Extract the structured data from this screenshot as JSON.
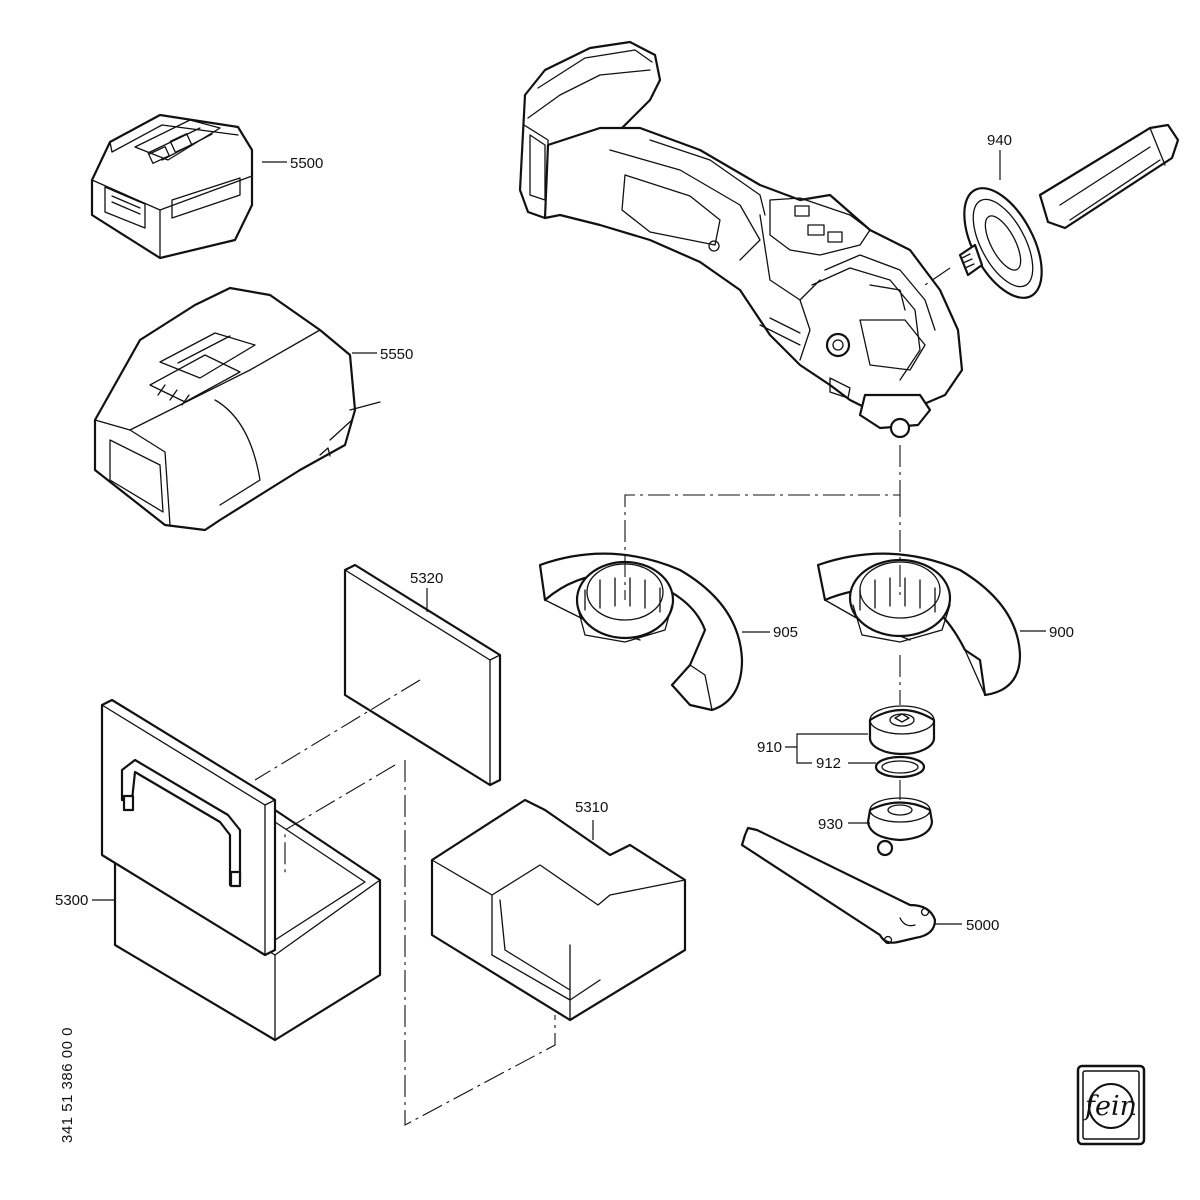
{
  "document": {
    "number": "341 51 386 00 0",
    "brand": "fein"
  },
  "callouts": {
    "c5500": "5500",
    "c5550": "5550",
    "c940": "940",
    "c905": "905",
    "c900": "900",
    "c5320": "5320",
    "c5310": "5310",
    "c5300": "5300",
    "c910": "910",
    "c912": "912",
    "c930": "930",
    "c5000": "5000"
  }
}
